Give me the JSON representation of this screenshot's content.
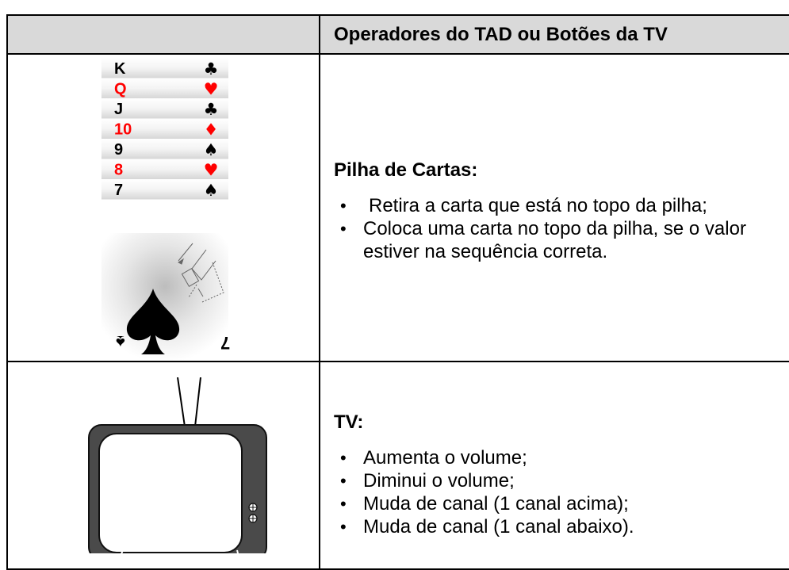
{
  "header": {
    "col2_title": "Operadores do TAD ou Botões da TV"
  },
  "cards_section": {
    "title": "Pilha de Cartas:",
    "items": [
      "Retira a carta que está no topo da pilha;",
      "Coloca uma carta no topo da pilha, se o valor estiver na sequência correta."
    ],
    "cards": [
      {
        "rank": "K",
        "suit": "♣",
        "color": "#000000"
      },
      {
        "rank": "Q",
        "suit": "♥",
        "color": "#ff0000"
      },
      {
        "rank": "J",
        "suit": "♣",
        "color": "#000000"
      },
      {
        "rank": "10",
        "suit": "♦",
        "color": "#ff0000"
      },
      {
        "rank": "9",
        "suit": "♠",
        "color": "#000000"
      },
      {
        "rank": "8",
        "suit": "♥",
        "color": "#ff0000"
      },
      {
        "rank": "7",
        "suit": "♠",
        "color": "#000000"
      }
    ],
    "bottom_card": {
      "rank": "7",
      "suit": "♠"
    }
  },
  "tv_section": {
    "title": "TV:",
    "items": [
      "Aumenta o volume;",
      "Diminui o volume;",
      "Muda de canal (1 canal acima);",
      "Muda de canal (1 canal abaixo)."
    ]
  }
}
